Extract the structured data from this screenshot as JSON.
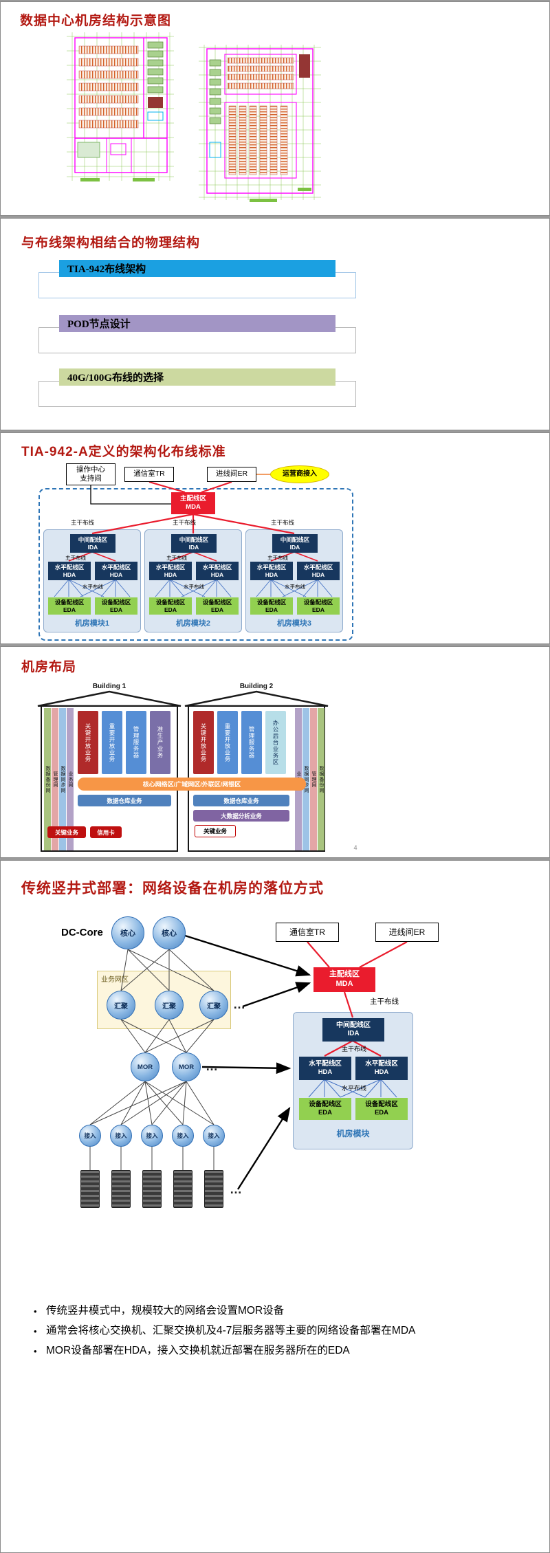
{
  "colors": {
    "title_red": "#b31912",
    "mda_red": "#ea1c2d",
    "dark_blue": "#17375e",
    "eda_green": "#92d050",
    "module_bg": "#dbe6f2",
    "module_label_blue": "#2e75b6",
    "bar_blue": "#1ba0e1",
    "bar_purple": "#a295c5",
    "bar_green": "#ccd9a0",
    "core_bar_orange": "#f79646",
    "carrier_yellow": "#ffff00"
  },
  "slide1": {
    "title": "数据中心机房结构示意图"
  },
  "slide2": {
    "title": "与布线架构相结合的物理结构",
    "sections": [
      {
        "label": "TIA-942布线架构"
      },
      {
        "label": "POD节点设计"
      },
      {
        "label": "40G/100G布线的选择"
      }
    ]
  },
  "slide3": {
    "title": "TIA-942-A定义的架构化布线标准",
    "ops_room": "操作中心\n支持间",
    "tr": "通信室TR",
    "er": "进线间ER",
    "carrier": "运营商接入",
    "mda": "主配线区\nMDA",
    "backbone": "主干布线",
    "horizontal": "水平布线",
    "ida": "中间配线区\nIDA",
    "hda": "水平配线区\nHDA",
    "eda": "设备配线区\nEDA",
    "modules": [
      {
        "name": "机房模块1"
      },
      {
        "name": "机房模块2"
      },
      {
        "name": "机房模块3"
      }
    ]
  },
  "slide4": {
    "title": "机房布局",
    "core_bar": "核心网络区/广域网区/外联区/网银区",
    "page_num": "4",
    "b1": {
      "name": "Building 1",
      "strips": [
        "数据备份网",
        "管理网",
        "数据同步网",
        "业务网"
      ],
      "zones": [
        "关键开放业务",
        "重要开放业务",
        "管理服务器",
        "准生产业务"
      ],
      "warehouse": "数据仓库业务",
      "key_biz": "关键业务",
      "credit_card": "信用卡"
    },
    "b2": {
      "name": "Building 2",
      "strips": [
        "业务网",
        "数据同步网",
        "管理网",
        "数据备份网"
      ],
      "zones": [
        "关键开放业务",
        "重要开放业务",
        "管理服务器",
        "办公后台业务区"
      ],
      "warehouse": "数据仓库业务",
      "bigdata": "大数据分析业务",
      "key_biz": "关键业务"
    }
  },
  "slide5": {
    "title": "传统竖井式部署：网络设备在机房的落位方式",
    "dc_core": "DC-Core",
    "biz_zone": "业务网区",
    "core_node": "核心",
    "agg_node": "汇聚",
    "mor_node": "MOR",
    "access_node": "接入",
    "ellipsis": "…",
    "bullet_char": "•",
    "tr": "通信室TR",
    "er": "进线间ER",
    "mda": "主配线区\nMDA",
    "ida": "中间配线区\nIDA",
    "hda": "水平配线区\nHDA",
    "eda": "设备配线区\nEDA",
    "backbone": "主干布线",
    "horizontal": "水平布线",
    "module_name": "机房模块",
    "bullets": [
      "传统竖井模式中，规模较大的网络会设置MOR设备",
      "通常会将核心交换机、汇聚交换机及4-7层服务器等主要的网络设备部署在MDA",
      "MOR设备部署在HDA，接入交换机就近部署在服务器所在的EDA"
    ]
  }
}
